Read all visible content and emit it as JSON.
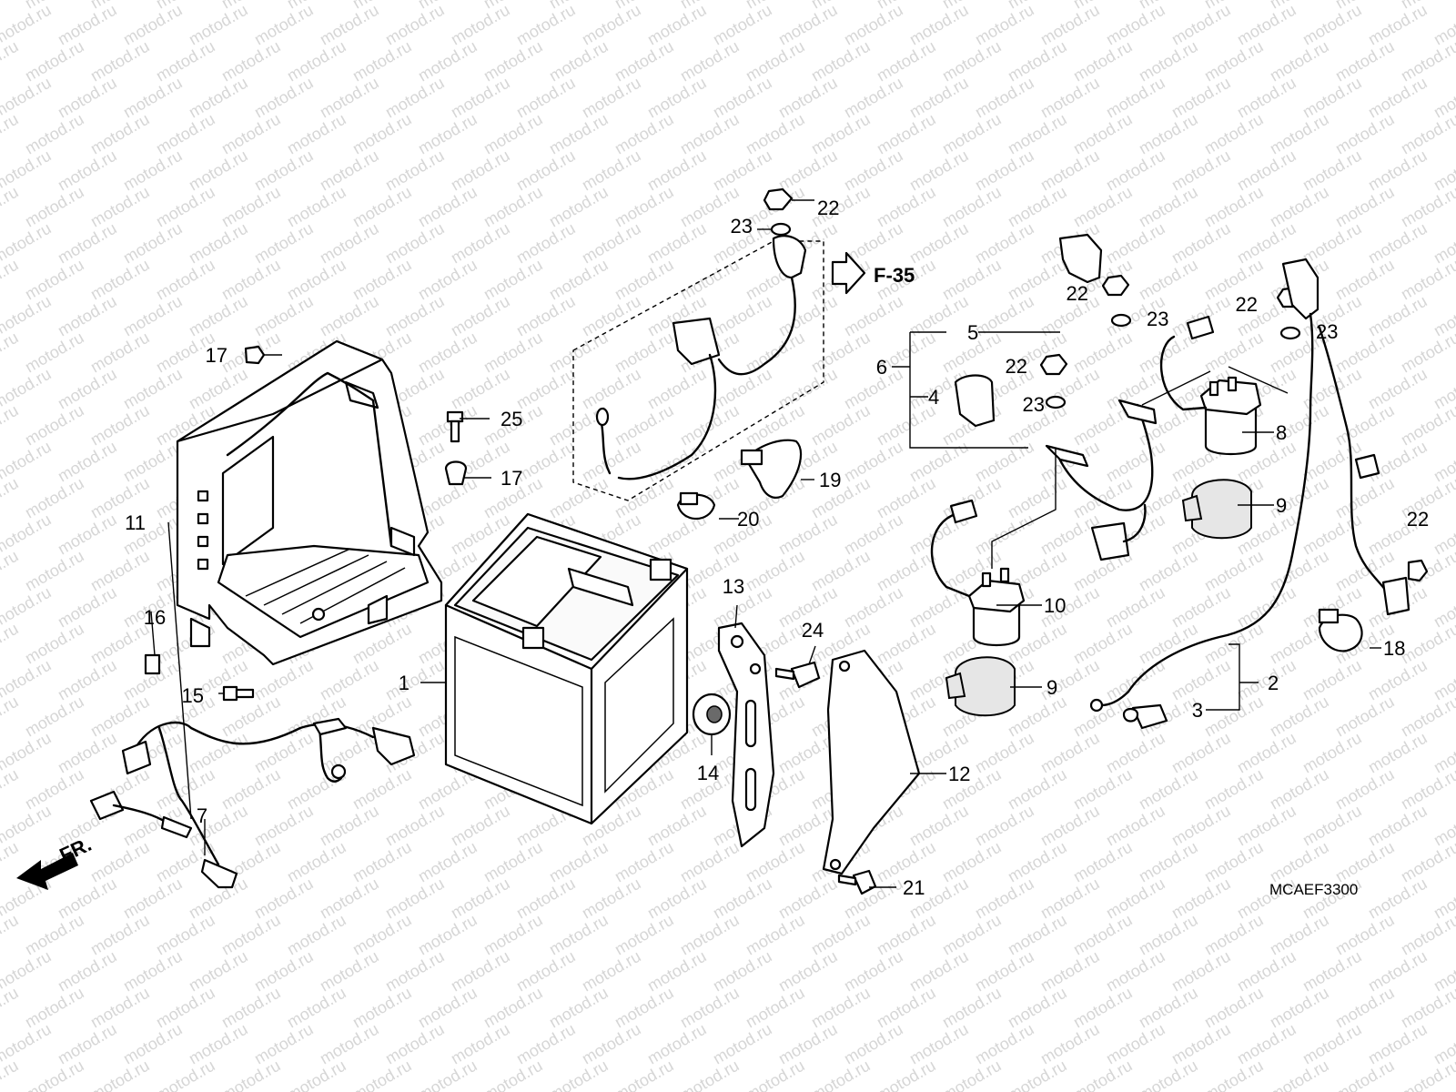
{
  "watermark": "motod.ru",
  "diagram_code": "MCAEF3300",
  "reference": "F-35",
  "front_marker": "FR.",
  "callouts": [
    "1",
    "2",
    "3",
    "4",
    "5",
    "6",
    "7",
    "8",
    "9",
    "10",
    "11",
    "12",
    "13",
    "14",
    "15",
    "16",
    "17",
    "18",
    "19",
    "20",
    "21",
    "22",
    "23",
    "24",
    "25"
  ]
}
